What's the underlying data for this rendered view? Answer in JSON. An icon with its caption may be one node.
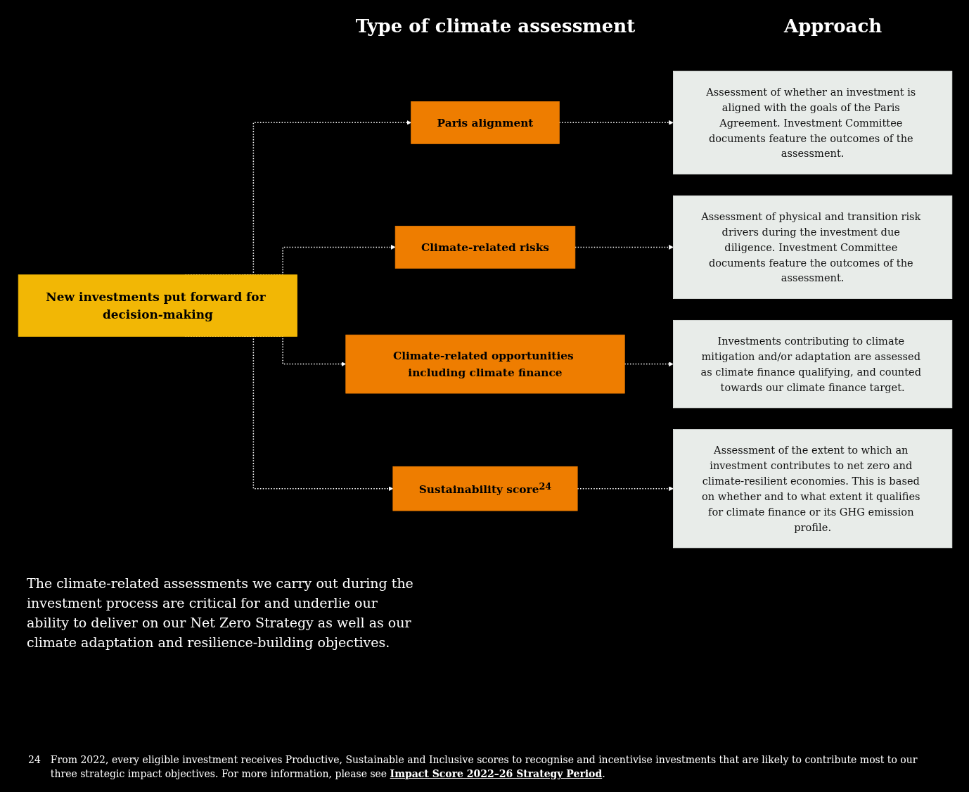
{
  "diagram": {
    "nodes": [
      {
        "text": [
          "New investments put forward for decision-making"
        ]
      },
      {
        "text": [
          "Paris alignment"
        ]
      },
      {
        "text": [
          "Climate-related risks"
        ]
      },
      {
        "text": [
          "Climate-related opportunities including climate finance"
        ]
      },
      {
        "text": [
          "Sustainability score$^{24}$"
        ]
      },
      {
        "text": [
          "Assessment of whether an investment is aligned with the goals of the Paris Agreement. Investment Committee documents feature the outcomes of the assessment."
        ]
      },
      {
        "text": [
          "Assessment of physical and transition risk drivers during the investment due diligence. Investment Committee documents feature the outcomes of the assessment."
        ]
      },
      {
        "text": [
          "Investments contributing to climate mitigation and/or adaptation are assessed as climate finance qualifying, and counted towards our climate finance target."
        ]
      },
      {
        "text": [
          "Assessment of the extent to which an investment contributes to net zero and climate-resilient economies. This is based on whether and to what extent it qualifies for climate finance or its GHG emission profile."
        ]
      }
    ],
    "edges": [
      {
        "from": 0,
        "to": 1,
        "arrow": "to",
        "style": "dashed"
      },
      {
        "from": 0,
        "to": 2,
        "arrow": "to",
        "style": "dashed"
      },
      {
        "from": 0,
        "to": 3,
        "arrow": "to",
        "style": "dashed"
      },
      {
        "from": 0,
        "to": 4,
        "arrow": "to",
        "style": "dashed"
      },
      {
        "from": 1,
        "to": 5,
        "arrow": "to",
        "style": "dashed"
      },
      {
        "from": 2,
        "to": 6,
        "arrow": "to",
        "style": "dashed"
      },
      {
        "from": 3,
        "to": 7,
        "arrow": "to",
        "style": "dashed"
      },
      {
        "from": 4,
        "to": 8,
        "arrow": "to",
        "style": "dashed"
      }
    ],
    "labels": [
      "Type of climate assessment",
      "Approach",
      "The climate-related assessments we carry out during the investment process are critical for and underlie our ability to deliver on our Net Zero Strategy as well as our climate adaptation and resilience-building objectives.",
      "24",
      "From 2022, every eligible investment receives Productive, Sustainable and Inclusive scores to recognise and incentivise investments that are likely to contribute most to our three strategic impact objectives. For more information, please see **Impact Score 2022–26 Strategy Period**."
    ]
  }
}
